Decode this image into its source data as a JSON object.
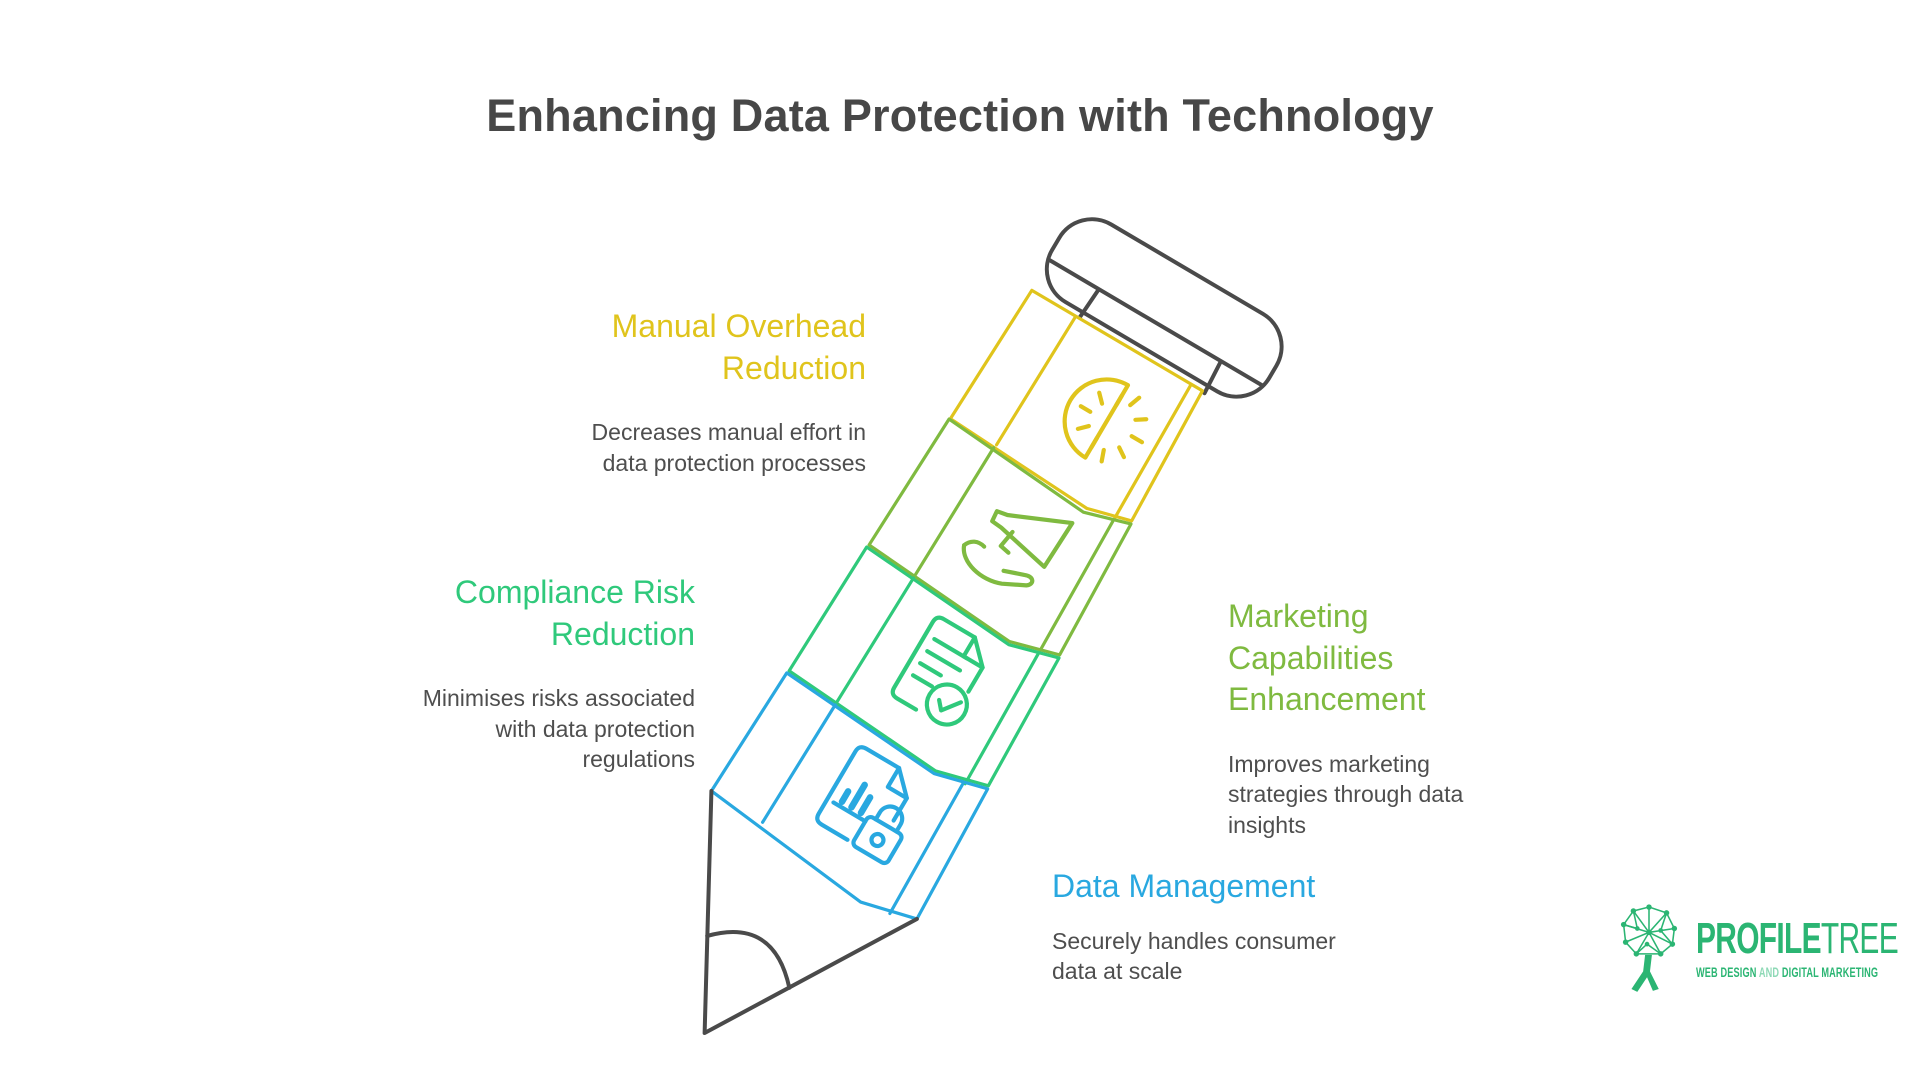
{
  "title": "Enhancing Data Protection with Technology",
  "items": [
    {
      "id": "manual-overhead",
      "heading": "Manual Overhead\nReduction",
      "description": "Decreases manual effort in\ndata protection processes",
      "color": "#E0C41C",
      "icon": "gauge-icon",
      "side": "left"
    },
    {
      "id": "marketing-capabilities",
      "heading": "Marketing\nCapabilities\nEnhancement",
      "description": "Improves marketing\nstrategies through data\ninsights",
      "color": "#7FBA40",
      "icon": "megaphone-hand-icon",
      "side": "right"
    },
    {
      "id": "compliance-risk",
      "heading": "Compliance Risk\nReduction",
      "description": "Minimises risks associated\nwith data protection\nregulations",
      "color": "#2FC97B",
      "icon": "document-check-icon",
      "side": "left"
    },
    {
      "id": "data-management",
      "heading": "Data Management",
      "description": "Securely handles consumer\ndata at scale",
      "color": "#29A8E0",
      "icon": "chart-lock-icon",
      "side": "right"
    }
  ],
  "colors": {
    "title_text": "#474747",
    "body_text": "#4E4E4E",
    "pencil_outline": "#4A4A4A",
    "segment_yellow": "#E0C41C",
    "segment_green": "#7FBA40",
    "segment_emerald": "#2FC97B",
    "segment_blue": "#29A8E0",
    "brand_green": "#2BB573"
  },
  "logo": {
    "brand_bold": "PROFILE",
    "brand_light": "TREE",
    "tagline_web": "WEB DESIGN",
    "tagline_and": "AND",
    "tagline_marketing": "DIGITAL MARKETING"
  }
}
